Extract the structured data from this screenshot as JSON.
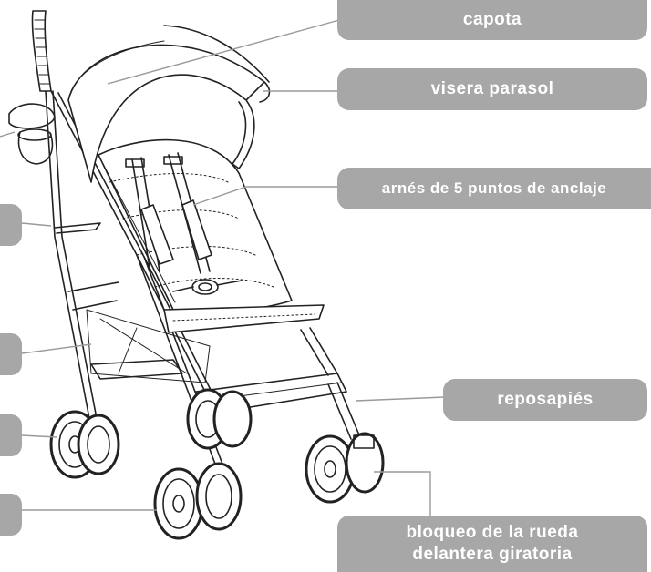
{
  "labels": {
    "canopy": "capota",
    "sun_visor": "visera parasol",
    "harness": "arnés de 5 puntos de anclaje",
    "footrest": "reposapiés",
    "wheel_lock_line1": "bloqueo de la rueda",
    "wheel_lock_line2": "delantera giratoria"
  },
  "colors": {
    "label_bg": "#a7a7a7",
    "label_text": "#ffffff",
    "line_art": "#222222",
    "leader_line": "#9a9a9a"
  }
}
